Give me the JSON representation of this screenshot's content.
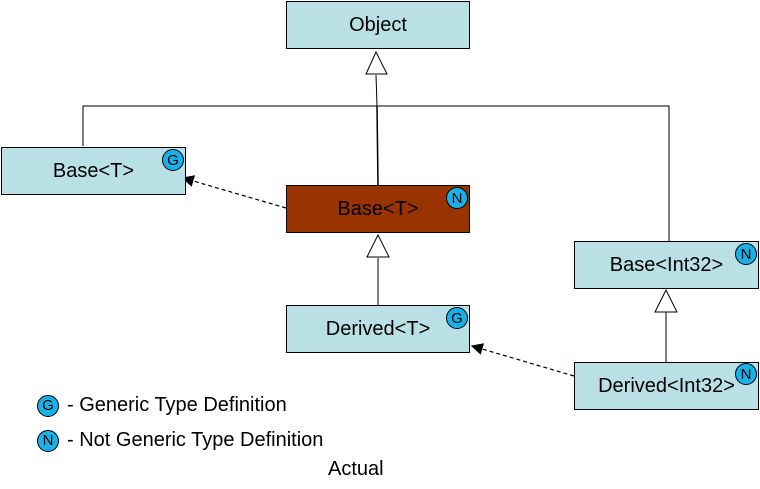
{
  "colors": {
    "box_fill": "#b9e0e5",
    "highlight_fill": "#993300",
    "badge_fill": "#1ab0e8",
    "line": "#000000"
  },
  "nodes": {
    "object": {
      "label": "Object"
    },
    "base_generic_def": {
      "label": "Base<T>",
      "badge": "G"
    },
    "base_t_highlighted": {
      "label": "Base<T>",
      "badge": "N"
    },
    "derived_t": {
      "label": "Derived<T>",
      "badge": "G"
    },
    "base_int32": {
      "label": "Base<Int32>",
      "badge": "N"
    },
    "derived_int32": {
      "label": "Derived<Int32>",
      "badge": "N"
    }
  },
  "legend": [
    {
      "badge": "G",
      "text": "- Generic Type Definition"
    },
    {
      "badge": "N",
      "text": "- Not Generic Type Definition"
    }
  ],
  "caption": "Actual"
}
